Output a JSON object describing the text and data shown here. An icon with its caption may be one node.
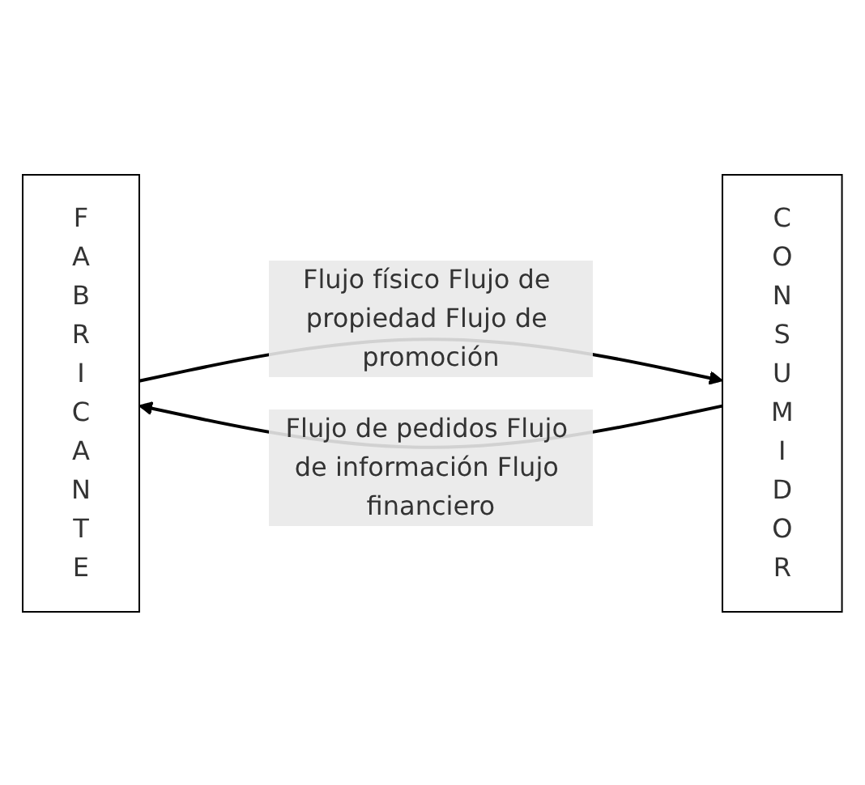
{
  "diagram": {
    "nodes": [
      {
        "text": [
          "FABRICANTE"
        ]
      },
      {
        "text": [
          "CONSUMIDOR"
        ]
      }
    ],
    "edges": [
      {
        "from": 0,
        "to": 1,
        "arrow": "to",
        "label": "Flujo físico Flujo de propiedad Flujo de promoción"
      },
      {
        "from": 1,
        "to": 0,
        "arrow": "to",
        "label": "Flujo de pedidos Flujo de información Flujo financiero"
      }
    ]
  }
}
